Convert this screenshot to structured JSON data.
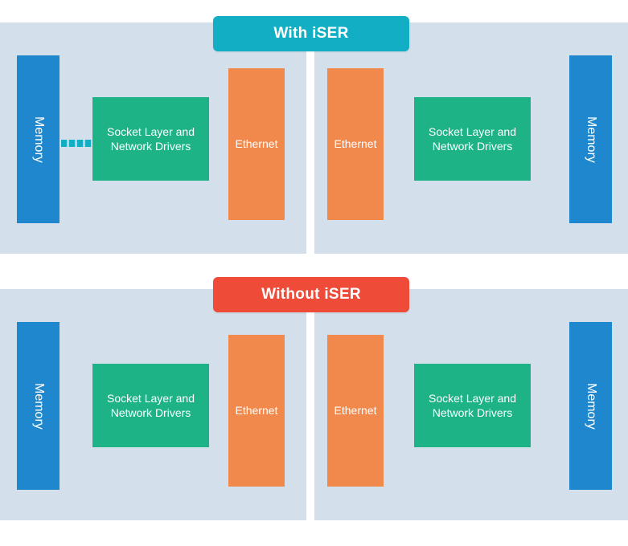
{
  "diagram": {
    "title_top": "With iSER",
    "title_bottom": "Without iSER",
    "colors": {
      "page_background": "#ffffff",
      "panel_background": "#d3dfea",
      "memory_block": "#1f87ce",
      "ethernet_block": "#f2894c",
      "socket_block": "#1db387",
      "badge_with_iser": "#11aec4",
      "badge_without_iser": "#ef4b39",
      "connector": "#11aec4",
      "label_text": "#ffffff"
    },
    "sections": [
      {
        "id": "with-iser",
        "badge_label": "With iSER",
        "badge_color": "#11aec4",
        "has_connector": true,
        "panels": [
          {
            "id": "with-iser-left",
            "blocks": [
              {
                "id": "memory",
                "label": "Memory",
                "color": "#1f87ce",
                "orientation": "vertical"
              },
              {
                "id": "socket",
                "label": "Socket Layer and\nNetwork Drivers",
                "color": "#1db387",
                "orientation": "horizontal"
              },
              {
                "id": "ethernet",
                "label": "Ethernet",
                "color": "#f2894c",
                "orientation": "horizontal"
              }
            ]
          },
          {
            "id": "with-iser-right",
            "blocks": [
              {
                "id": "ethernet",
                "label": "Ethernet",
                "color": "#f2894c",
                "orientation": "horizontal"
              },
              {
                "id": "socket",
                "label": "Socket Layer and\nNetwork Drivers",
                "color": "#1db387",
                "orientation": "horizontal"
              },
              {
                "id": "memory",
                "label": "Memory",
                "color": "#1f87ce",
                "orientation": "vertical"
              }
            ]
          }
        ]
      },
      {
        "id": "without-iser",
        "badge_label": "Without iSER",
        "badge_color": "#ef4b39",
        "has_connector": false,
        "panels": [
          {
            "id": "without-iser-left",
            "blocks": [
              {
                "id": "memory",
                "label": "Memory",
                "color": "#1f87ce",
                "orientation": "vertical"
              },
              {
                "id": "socket",
                "label": "Socket Layer and\nNetwork Drivers",
                "color": "#1db387",
                "orientation": "horizontal"
              },
              {
                "id": "ethernet",
                "label": "Ethernet",
                "color": "#f2894c",
                "orientation": "horizontal"
              }
            ]
          },
          {
            "id": "without-iser-right",
            "blocks": [
              {
                "id": "ethernet",
                "label": "Ethernet",
                "color": "#f2894c",
                "orientation": "horizontal"
              },
              {
                "id": "socket",
                "label": "Socket Layer and\nNetwork Drivers",
                "color": "#1db387",
                "orientation": "horizontal"
              },
              {
                "id": "memory",
                "label": "Memory",
                "color": "#1f87ce",
                "orientation": "vertical"
              }
            ]
          }
        ]
      }
    ],
    "labels": {
      "memory": "Memory",
      "ethernet": "Ethernet",
      "socket_line1": "Socket Layer and",
      "socket_line2": "Network Drivers"
    }
  }
}
